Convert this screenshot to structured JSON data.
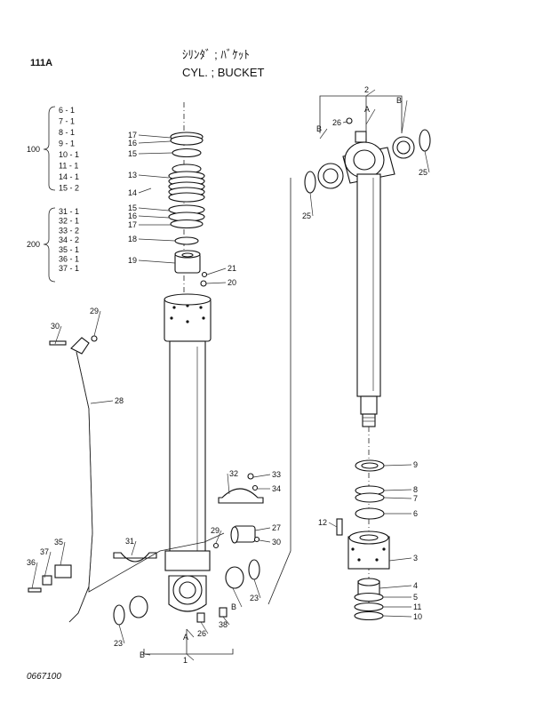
{
  "header": {
    "page_code": "111A",
    "title_jp": "ｼﾘﾝﾀﾞ ; ﾊﾞｹｯﾄ",
    "title_en": "CYL. ; BUCKET"
  },
  "footer": {
    "drawing_no": "0667100"
  },
  "groups": [
    {
      "label": "100",
      "items": [
        "6 - 1",
        "7 - 1",
        "8 - 1",
        "9 - 1",
        "10 - 1",
        "11 - 1",
        "14 - 1",
        "15 - 2"
      ]
    },
    {
      "label": "200",
      "items": [
        "31 - 1",
        "32 - 1",
        "33 - 2",
        "34 - 2",
        "35 - 1",
        "36 - 1",
        "37 - 1"
      ]
    }
  ],
  "callouts": [
    "17",
    "16",
    "15",
    "13",
    "14",
    "15",
    "16",
    "17",
    "18",
    "19",
    "21",
    "20",
    "30",
    "29",
    "28",
    "32",
    "33",
    "34",
    "31",
    "29",
    "27",
    "30",
    "35",
    "37",
    "36",
    "23",
    "23",
    "26",
    "38",
    "A",
    "B",
    "B",
    "1",
    "2",
    "A",
    "B",
    "B",
    "26",
    "25",
    "25",
    "9",
    "8",
    "7",
    "6",
    "12",
    "3",
    "4",
    "5",
    "11",
    "10"
  ]
}
